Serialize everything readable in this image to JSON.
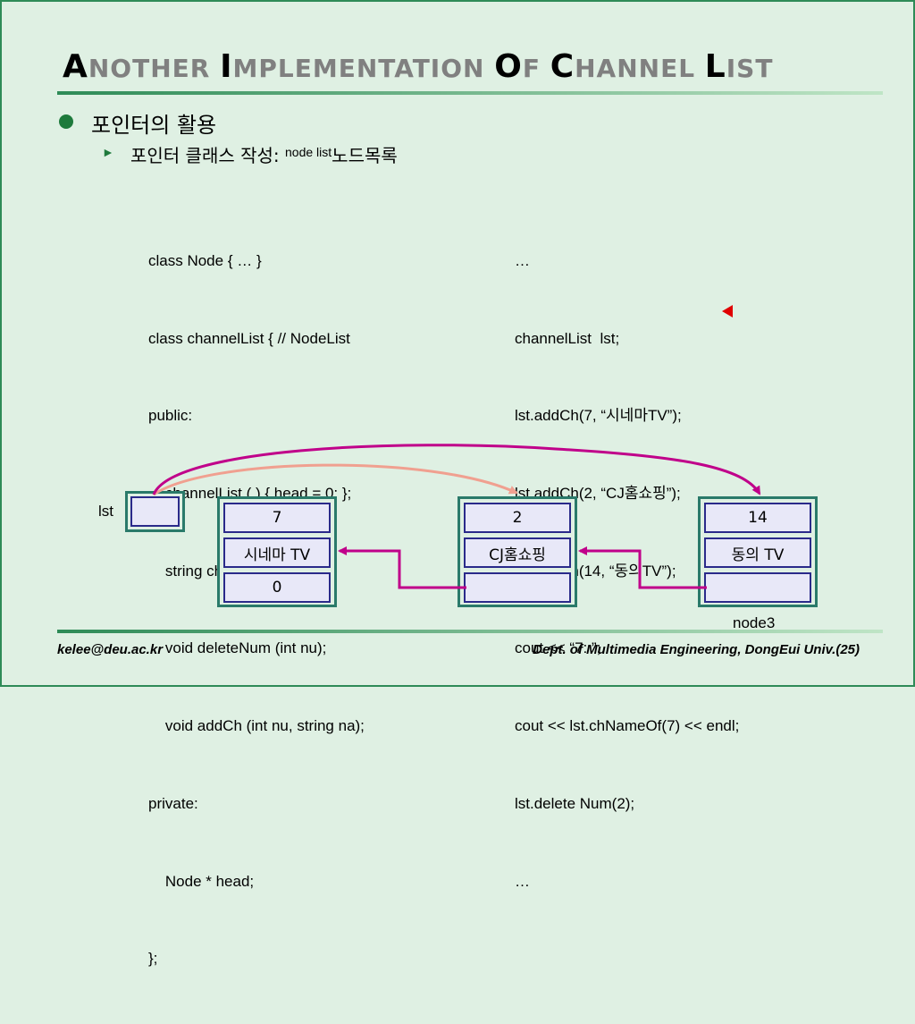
{
  "title": {
    "parts": [
      {
        "cap": "A",
        "rest": "NOTHER "
      },
      {
        "cap": "I",
        "rest": "MPLEMENTATION "
      },
      {
        "cap": "O",
        "rest": "F "
      },
      {
        "cap": "C",
        "rest": "HANNEL "
      },
      {
        "cap": "L",
        "rest": "IST"
      }
    ]
  },
  "bullet1": "포인터의 활용",
  "bullet2": {
    "main": "포인터 클래스 작성: ",
    "sup": "node list",
    "tail": "노드목록"
  },
  "code_left": [
    "class Node { … }",
    "class channelList { // NodeList",
    "public:",
    "    channelList ( ) { head = 0; };",
    "    string chNameOf (int nu);",
    "    void deleteNum (int nu);",
    "    void addCh (int nu, string na);",
    "private:",
    "    Node * head;",
    "};"
  ],
  "code_right": [
    "…",
    "channelList  lst;",
    "lst.addCh(7, “시네마TV”);",
    "lst.addCh(2, “CJ홈쇼핑”);",
    "lst.addCh(14, “동의TV”);",
    "cout << “7: ”;",
    "cout << lst.chNameOf(7) << endl;",
    "lst.delete Num(2);",
    "…"
  ],
  "diagram": {
    "lst_label": "lst",
    "node3_label": "node3",
    "nodes": [
      {
        "num": "7",
        "name": "시네마 TV",
        "next": "0"
      },
      {
        "num": "2",
        "name": "CJ홈쇼핑",
        "next": ""
      },
      {
        "num": "14",
        "name": "동의 TV",
        "next": ""
      }
    ]
  },
  "colors": {
    "pointer": "#c0008a",
    "old_pointer": "#f0a090",
    "marker": "#e00000"
  },
  "footer": {
    "left": "kelee@deu.ac.kr",
    "right": "Dept. of Multimedia Engineering, DongEui Univ.(25)"
  }
}
